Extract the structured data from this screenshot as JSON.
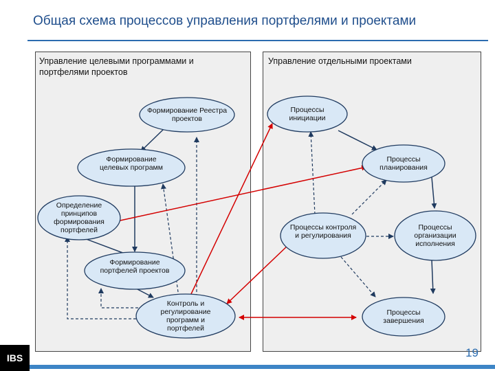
{
  "slide": {
    "title": "Общая схема процессов управления портфелями и проектами",
    "page_number": "19",
    "logo_text": "IBS"
  },
  "panels": {
    "left_title": "Управление целевыми программами и портфелями проектов",
    "right_title": "Управление отдельными проектами"
  },
  "nodes": {
    "registry": "Формирование Реестра проектов",
    "targets": "Формирование целевых программ",
    "principles": "Определение принципов формирования портфелей",
    "portfolios": "Формирование портфелей проектов",
    "program_control": "Контроль и регулирование программ и портфелей",
    "initiation": "Процессы инициации",
    "planning": "Процессы планирования",
    "proj_control": "Процессы контроля и регулирования",
    "execution": "Процессы организации исполнения",
    "completion": "Процессы завершения"
  },
  "colors": {
    "title": "#1f4e8c",
    "node_fill": "#d9e8f6",
    "node_stroke": "#1f3a5f",
    "red_arrow": "#d40000",
    "accent_bar": "#3d85c6"
  }
}
